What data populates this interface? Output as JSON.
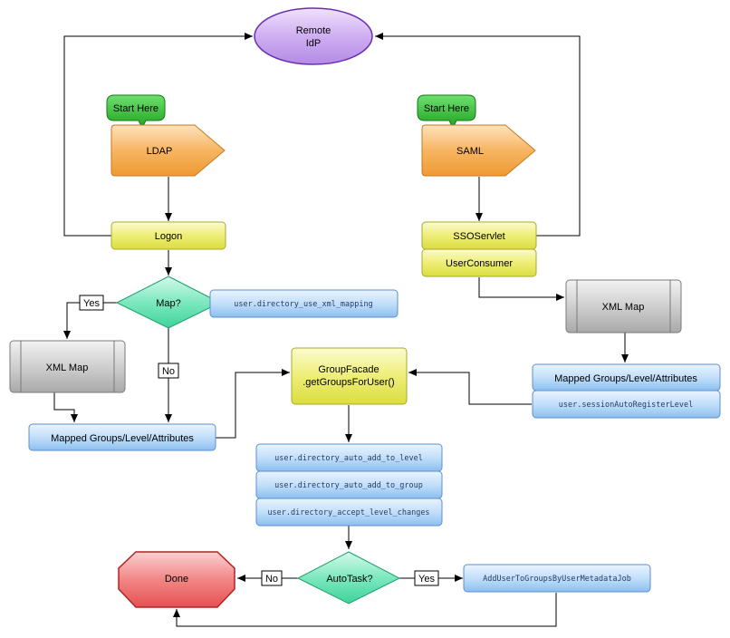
{
  "colors": {
    "purple": "#c9a6ef",
    "orange": "#f6ae57",
    "yellow": "#eaea6a",
    "green": "#6fe3b6",
    "blue": "#b8d8f7",
    "gray": "#c8c8c8",
    "red": "#f07f7f",
    "bubble": "#3cbf3c"
  },
  "diagram": {
    "remote_idp": [
      "Remote",
      "IdP"
    ],
    "start_here_left": "Start Here",
    "start_here_right": "Start Here",
    "ldap": "LDAP",
    "saml": "SAML",
    "logon": "Logon",
    "ssoservlet": "SSOServlet",
    "userconsumer": "UserConsumer",
    "map_decision": "Map?",
    "map_prop": "user.directory_use_xml_mapping",
    "yes_left": "Yes",
    "no_left": "No",
    "xml_map_left": "XML Map",
    "xml_map_right": "XML Map",
    "mapped_left": "Mapped Groups/Level/Attributes",
    "mapped_right": "Mapped Groups/Level/Attributes",
    "session_prop": "user.sessionAutoRegisterLevel",
    "groupfacade": [
      "GroupFacade",
      ".getGroupsForUser()"
    ],
    "props": [
      "user.directory_auto_add_to_level",
      "user.directory_auto_add_to_group",
      "user.directory_accept_level_changes"
    ],
    "autotask": "AutoTask?",
    "no_bottom": "No",
    "yes_bottom": "Yes",
    "done": "Done",
    "job": "AddUserToGroupsByUserMetadataJob"
  }
}
